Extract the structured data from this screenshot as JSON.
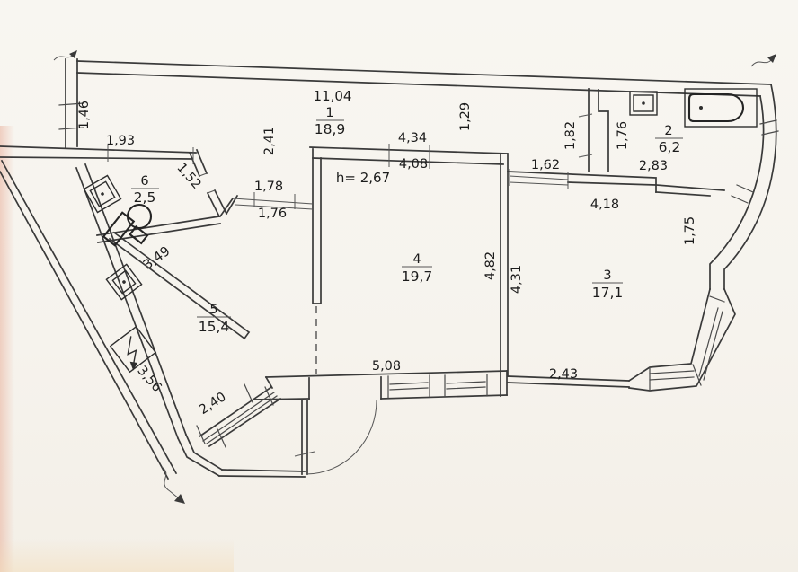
{
  "document": {
    "type": "apartment-floor-plan"
  },
  "ceiling_height_label": "h= 2,67",
  "rooms": [
    {
      "number": "1",
      "area": "18,9"
    },
    {
      "number": "2",
      "area": "6,2"
    },
    {
      "number": "3",
      "area": "17,1"
    },
    {
      "number": "4",
      "area": "19,7"
    },
    {
      "number": "5",
      "area": "15,4"
    },
    {
      "number": "6",
      "area": "2,5"
    }
  ],
  "dimensions": {
    "top_wall": "11,04",
    "left_wall_window": "1,46",
    "room6_top": "1,93",
    "hall_width_left": "2,41",
    "hall_width_right": "1,29",
    "room2_wall": "1,82",
    "room2_height": "1,76",
    "room2_width": "2,83",
    "room3_door": "1,62",
    "room4_top_outer": "4,34",
    "room4_top_inner": "4,08",
    "room6_door_wall": "1,52",
    "hall_opening_outer": "1,78",
    "hall_opening_inner": "1,76",
    "room3_top": "4,18",
    "room3_right": "1,75",
    "corridor_wall": "3,49",
    "room4_right": "4,82",
    "room3_left": "4,31",
    "room3_bottom": "2,43",
    "room4_bottom": "5,08",
    "outer_diagonal_wall": "3,56",
    "balcony_window": "2,40"
  }
}
